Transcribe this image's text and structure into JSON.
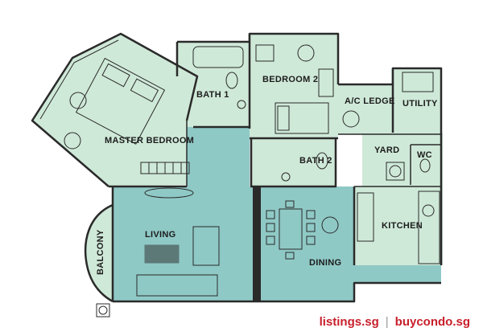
{
  "rooms": {
    "master_bedroom": "MASTER BEDROOM",
    "bath1": "BATH 1",
    "bedroom2": "BEDROOM 2",
    "ac_ledge": "A/C LEDGE",
    "utility": "UTILITY",
    "yard": "YARD",
    "wc": "WC",
    "bath2": "BATH 2",
    "kitchen": "KITCHEN",
    "living": "LIVING",
    "dining": "DINING",
    "balcony": "BALCONY"
  },
  "footer": {
    "brand_a": "listings.sg",
    "separator": "|",
    "brand_b": "buycondo.sg"
  },
  "colors": {
    "mint": "#cfe9d8",
    "teal": "#8fc9c6",
    "wall": "#2a2a2a",
    "brand": "#c81f2a"
  }
}
